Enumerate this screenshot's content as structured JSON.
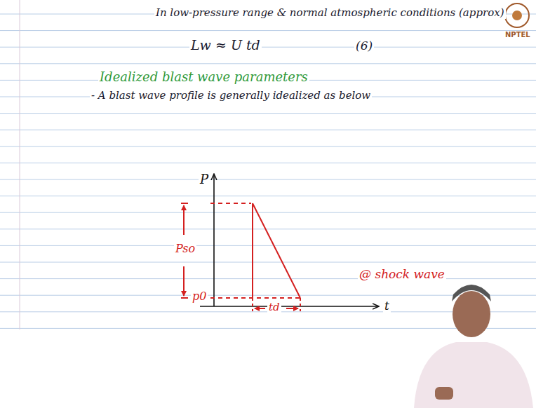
{
  "diagram": {
    "labels": [
      "In low-pressure range & normal atmospheric conditions (approx)",
      "Lw ≈ U td",
      "(6)",
      "Idealized blast wave parameters",
      "- A blast wave profile is generally idealized as below",
      "P",
      "Pso",
      "p0",
      "td",
      "t",
      "@ shock wave",
      "NPTEL"
    ]
  }
}
